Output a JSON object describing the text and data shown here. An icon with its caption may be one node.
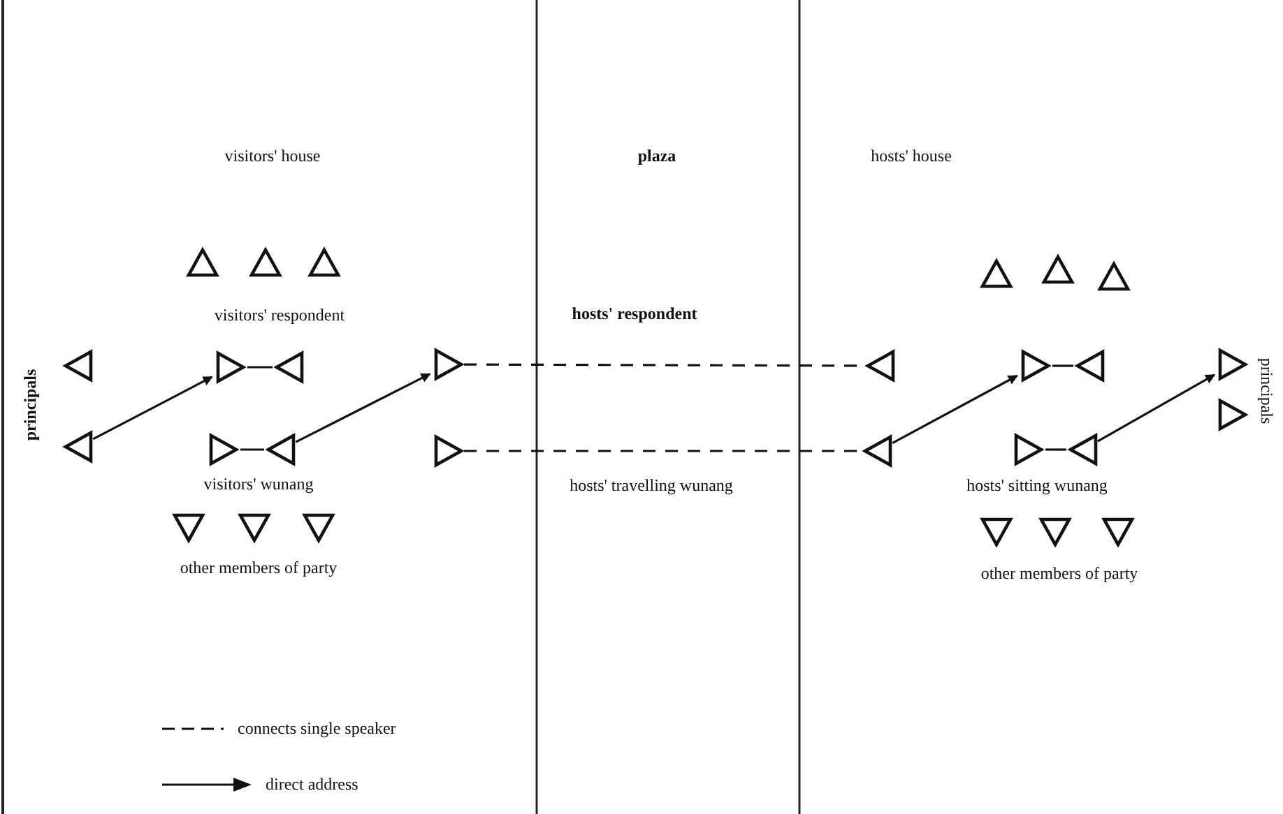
{
  "diagram": {
    "nodes": [
      {
        "text": [],
        "shape": "triangle"
      },
      {
        "text": [],
        "shape": "triangle"
      },
      {
        "text": [],
        "shape": "triangle"
      },
      {
        "text": [],
        "shape": "triangle"
      },
      {
        "text": [],
        "shape": "triangle"
      },
      {
        "text": [],
        "shape": "triangle"
      },
      {
        "text": [],
        "shape": "triangle"
      },
      {
        "text": [],
        "shape": "triangle"
      },
      {
        "text": [],
        "shape": "triangle"
      },
      {
        "text": [],
        "shape": "triangle"
      },
      {
        "text": [],
        "shape": "triangle"
      },
      {
        "text": [],
        "shape": "triangle"
      },
      {
        "text": [],
        "shape": "triangle"
      },
      {
        "text": [],
        "shape": "triangle"
      },
      {
        "text": [],
        "shape": "triangle"
      },
      {
        "text": [],
        "shape": "triangle"
      },
      {
        "text": [],
        "shape": "triangle"
      },
      {
        "text": [],
        "shape": "triangle"
      },
      {
        "text": [],
        "shape": "triangle"
      },
      {
        "text": [],
        "shape": "triangle"
      },
      {
        "text": [],
        "shape": "triangle"
      },
      {
        "text": [],
        "shape": "triangle"
      },
      {
        "text": [],
        "shape": "triangle"
      },
      {
        "text": [],
        "shape": "triangle"
      },
      {
        "text": [],
        "shape": "triangle"
      },
      {
        "text": [],
        "shape": "triangle"
      },
      {
        "text": [],
        "shape": "triangle"
      },
      {
        "text": [],
        "shape": "triangle"
      }
    ],
    "edges": [
      {
        "from": 15,
        "to": 7,
        "arrow": "to"
      },
      {
        "from": 17,
        "to": 9,
        "arrow": "to"
      },
      {
        "from": 7,
        "to": 8,
        "arrow": "none"
      },
      {
        "from": 16,
        "to": 17,
        "arrow": "none"
      },
      {
        "from": 9,
        "to": 10,
        "arrow": "none",
        "style": "dashed"
      },
      {
        "from": 18,
        "to": 19,
        "arrow": "none",
        "style": "dashed"
      },
      {
        "from": 19,
        "to": 11,
        "arrow": "to"
      },
      {
        "from": 11,
        "to": 12,
        "arrow": "none"
      },
      {
        "from": 20,
        "to": 21,
        "arrow": "none"
      },
      {
        "from": 21,
        "to": 13,
        "arrow": "to"
      }
    ],
    "labels": [
      "visitors' house",
      "plaza",
      "hosts' house",
      "visitors' respondent",
      "hosts' respondent",
      "principals",
      "visitors' wunang",
      "hosts' travelling wunang",
      "hosts' sitting wunang",
      "other members of party",
      "other members of party",
      "principals"
    ],
    "legend": [
      {
        "text": "connects single speaker"
      },
      {
        "text": "direct address"
      }
    ]
  }
}
